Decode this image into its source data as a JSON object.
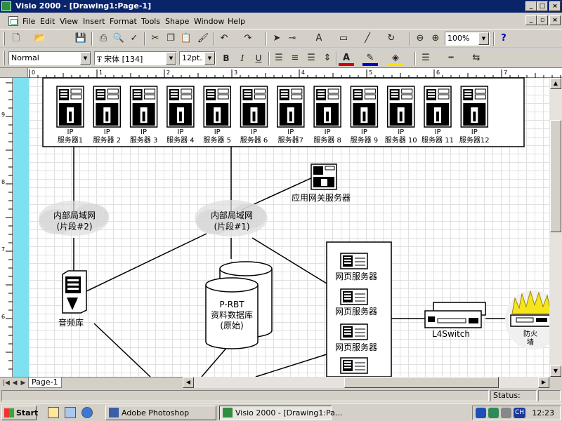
{
  "window": {
    "title": "Visio 2000 - [Drawing1:Page-1]",
    "controls": {
      "minimize": "_",
      "maximize": "□",
      "close": "×"
    }
  },
  "menu": [
    {
      "label": "File"
    },
    {
      "label": "Edit"
    },
    {
      "label": "View"
    },
    {
      "label": "Insert"
    },
    {
      "label": "Format"
    },
    {
      "label": "Tools"
    },
    {
      "label": "Shape"
    },
    {
      "label": "Window"
    },
    {
      "label": "Help"
    }
  ],
  "standard_toolbar": {
    "zoom": "100%",
    "icons": [
      "new-icon",
      "open-icon",
      "save-icon",
      "print-icon",
      "print-preview-icon",
      "spelling-icon",
      "cut-icon",
      "copy-icon",
      "paste-icon",
      "format-painter-icon",
      "undo-icon",
      "redo-icon",
      "pointer-icon",
      "connector-icon",
      "text-icon",
      "rectangle-icon",
      "line-icon",
      "rotate-icon",
      "zoom-out-icon",
      "zoom-in-icon",
      "help-icon"
    ]
  },
  "format_toolbar": {
    "style": "Normal",
    "font": "宋体 [134]",
    "size": "12pt.",
    "bold": "B",
    "italic": "I",
    "underline": "U",
    "colors": {
      "font": "#d00000",
      "line": "#0000c0",
      "fill": "#ffe000"
    }
  },
  "rulers": {
    "h_labels": [
      "0",
      "1",
      "2",
      "3",
      "4",
      "5",
      "6",
      "7"
    ],
    "v_labels": [
      "9",
      "8",
      "7",
      "6"
    ]
  },
  "diagram": {
    "servers": [
      {
        "line1": "IP",
        "line2": "服务器1"
      },
      {
        "line1": "IP",
        "line2": "服务器 2"
      },
      {
        "line1": "IP",
        "line2": "服务器 3"
      },
      {
        "line1": "IP",
        "line2": "服务器 4"
      },
      {
        "line1": "IP",
        "line2": "服务器 5"
      },
      {
        "line1": "IP",
        "line2": "服务器 6"
      },
      {
        "line1": "IP",
        "line2": "服务器7"
      },
      {
        "line1": "IP",
        "line2": "服务器 8"
      },
      {
        "line1": "IP",
        "line2": "服务器 9"
      },
      {
        "line1": "IP",
        "line2": "服务器 10"
      },
      {
        "line1": "IP",
        "line2": "服务器 11"
      },
      {
        "line1": "IP",
        "line2": "服务器12"
      }
    ],
    "app_gateway": "应用网关服务器",
    "cloud1": {
      "line1": "内部局域网",
      "line2": "(片段#2)"
    },
    "cloud2": {
      "line1": "内部局域网",
      "line2": "(片段#1)"
    },
    "audio": "音频库",
    "database": {
      "line1": "P-RBT",
      "line2": "资料数据库",
      "line3": "(原始)"
    },
    "web_servers": [
      "网页服务器",
      "网页服务器",
      "网页服务器"
    ],
    "switch": "L4Switch",
    "firewall": {
      "line1": "防火",
      "line2": "墙"
    }
  },
  "page_tabs": [
    {
      "label": "Page-1"
    }
  ],
  "status": {
    "label": "Status:"
  },
  "taskbar": {
    "start": "Start",
    "tasks": [
      {
        "label": "Adobe Photoshop",
        "active": false
      },
      {
        "label": "Visio 2000 - [Drawing1:Pa...",
        "active": true
      }
    ],
    "tray_lang": "CH",
    "clock": "12:23"
  }
}
